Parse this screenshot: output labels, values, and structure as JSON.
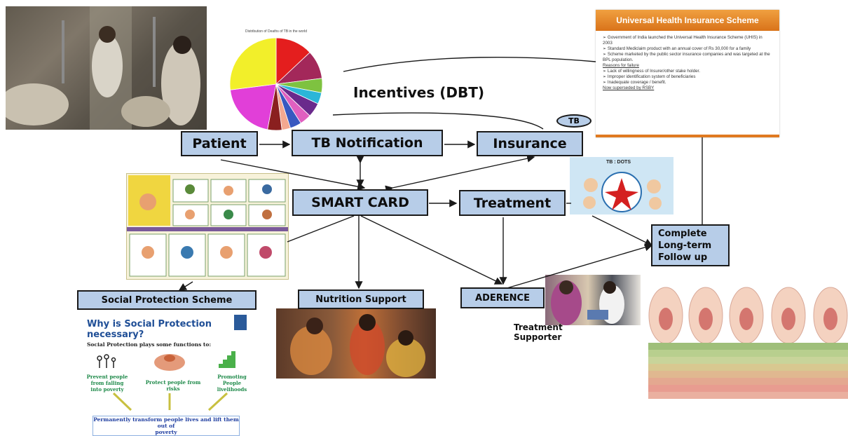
{
  "diagram": {
    "nodes": {
      "patient": "Patient",
      "tb_notification": "TB Notification",
      "insurance": "Insurance",
      "smart_card": "SMART CARD",
      "treatment": "Treatment",
      "complete_followup": [
        "Complete",
        "Long-term",
        "Follow up"
      ],
      "social_protection": "Social Protection Scheme",
      "nutrition_support": "Nutrition Support",
      "adherence": "ADERENCE"
    },
    "labels": {
      "incentives": "Incentives (DBT)",
      "tb_oval": "TB",
      "treatment_supporter": [
        "Treatment",
        "Supporter"
      ]
    }
  },
  "pie_inset": {
    "title": "Distribution of Deaths of TB in the world",
    "slices": [
      {
        "label": "red",
        "value": 13,
        "color": "#e41e1e"
      },
      {
        "label": "maroon",
        "value": 10,
        "color": "#a3285a"
      },
      {
        "label": "green",
        "value": 5,
        "color": "#7ec240"
      },
      {
        "label": "cyan",
        "value": 4,
        "color": "#2bb6d8"
      },
      {
        "label": "purple",
        "value": 5,
        "color": "#6a2a8c"
      },
      {
        "label": "pink",
        "value": 4,
        "color": "#e060c0"
      },
      {
        "label": "blue",
        "value": 4,
        "color": "#3858c0"
      },
      {
        "label": "peach",
        "value": 3,
        "color": "#f4a890"
      },
      {
        "label": "darkred",
        "value": 5,
        "color": "#8a1f1f"
      },
      {
        "label": "magenta",
        "value": 20,
        "color": "#e13fd8"
      },
      {
        "label": "yellow",
        "value": 27,
        "color": "#f2ef2a"
      }
    ]
  },
  "uhis_slide": {
    "title": "Universal Health Insurance Scheme",
    "bullets": [
      "Government of India launched the Universal Health Insurance Scheme (UHIS) in 2003",
      "Standard Mediclaim product with an annual cover of Rs 30,000 for a family",
      "Scheme marketed by the public sector insurance companies and was targeted at the BPL population."
    ],
    "reasons_heading": "Reasons for failure",
    "reasons": [
      "Lack of willingness of Insurer/other stake holder.",
      "Improper identification system of beneficiaries",
      "Inadequate coverage / benefit."
    ],
    "footer": "Now superseded by RSBY"
  },
  "dots_image": {
    "title": "TB : DOTS"
  },
  "social_slide": {
    "title": "Why is Social Protection necessary?",
    "subtitle": "Social Protection plays some functions to:",
    "columns": [
      [
        "Prevent people",
        "from falling",
        "into poverty"
      ],
      [
        "Protect people from risks"
      ],
      [
        "Promoting",
        "People",
        "livelihoods"
      ]
    ],
    "bottom": [
      "Permanently transform people lives and lift them out of",
      "poverty"
    ]
  },
  "colors": {
    "box_fill": "#b7cde8",
    "box_border": "#1a1a1a",
    "arrow": "#1a1a1a",
    "slide_header": "#e07a20"
  }
}
